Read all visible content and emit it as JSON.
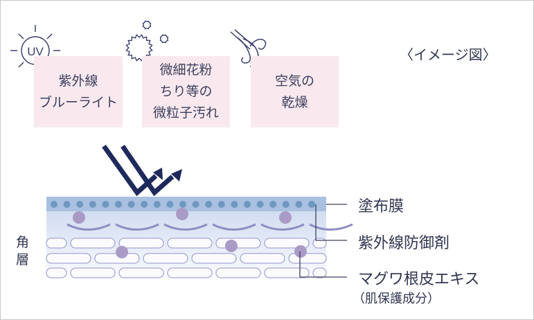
{
  "caption": "〈イメージ図〉",
  "threats": [
    {
      "icon": "uv-sun-icon",
      "line1": "紫外線",
      "line2": "ブルーライト",
      "uv_text": "UV"
    },
    {
      "icon": "particles-icon",
      "line1": "微細花粉",
      "line2": "ちり等の",
      "line3": "微粒子汚れ"
    },
    {
      "icon": "wind-icon",
      "line1": "空気の",
      "line2": "乾燥"
    }
  ],
  "skin_label": [
    "角",
    "層"
  ],
  "labels": {
    "coating": "塗布膜",
    "uv_protect": "紫外線防御剤",
    "extract": "マグワ根皮エキス",
    "extract_note": "（肌保護成分）"
  },
  "colors": {
    "navy": "#1f2a5c",
    "film": "#a9c0e0",
    "dot": "#6f97bf",
    "particle": "#a99bc6",
    "box": "#f9e9ef"
  }
}
